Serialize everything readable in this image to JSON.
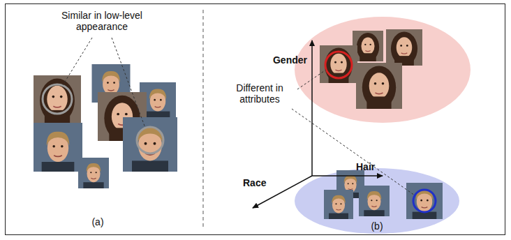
{
  "diagram": {
    "labels": [
      "Similar in low-level appearance",
      "(a)",
      "Gender",
      "Different in attributes",
      "Hair",
      "Race",
      "(b)"
    ]
  }
}
